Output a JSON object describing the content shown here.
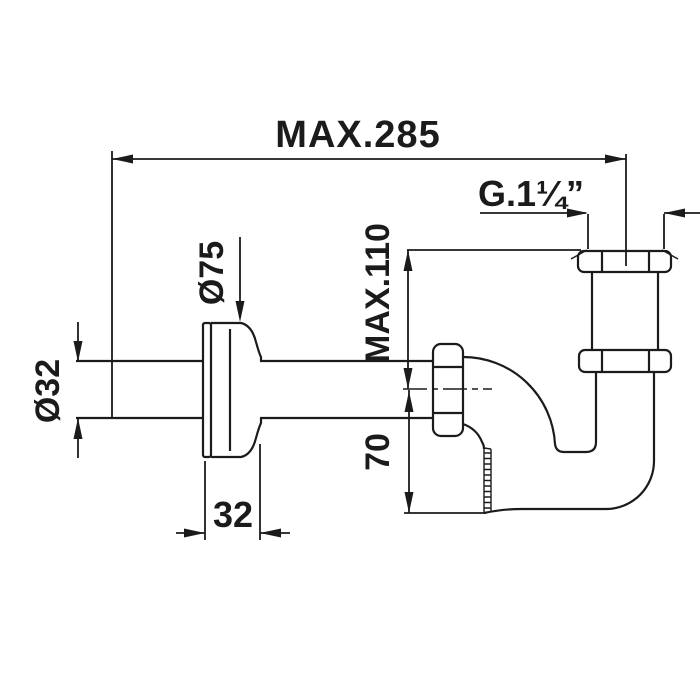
{
  "colors": {
    "background": "#ffffff",
    "line": "#1b1b1b"
  },
  "dimensions": {
    "overall_length": "MAX.285",
    "thread_size": "G.1¼”",
    "flange_diameter": "Ø75",
    "pipe_diameter": "Ø32",
    "max_height": "MAX.110",
    "trap_depth": "70",
    "flange_width": "32"
  }
}
